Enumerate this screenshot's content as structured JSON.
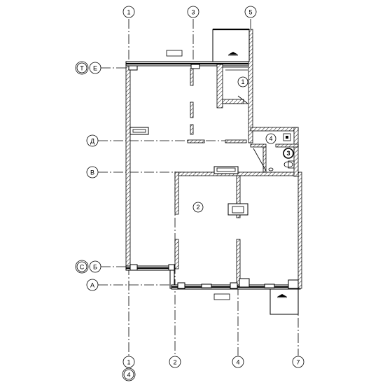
{
  "grid_axes": {
    "vertical": [
      {
        "top_label": "1",
        "bottom_label": "1",
        "bottom_sub": "4"
      },
      {
        "top_label": "3"
      },
      {
        "top_label": "5"
      },
      {
        "bottom_label": "2"
      },
      {
        "bottom_label": "4"
      },
      {
        "bottom_label": "7"
      }
    ],
    "horizontal": [
      {
        "label": "Е",
        "extra": "Т"
      },
      {
        "label": "Д"
      },
      {
        "label": "В"
      },
      {
        "label": "Б",
        "extra": "С"
      },
      {
        "label": "А"
      }
    ]
  },
  "rooms": [
    {
      "number": "1"
    },
    {
      "number": "2"
    },
    {
      "number": "3"
    },
    {
      "number": "4"
    }
  ]
}
